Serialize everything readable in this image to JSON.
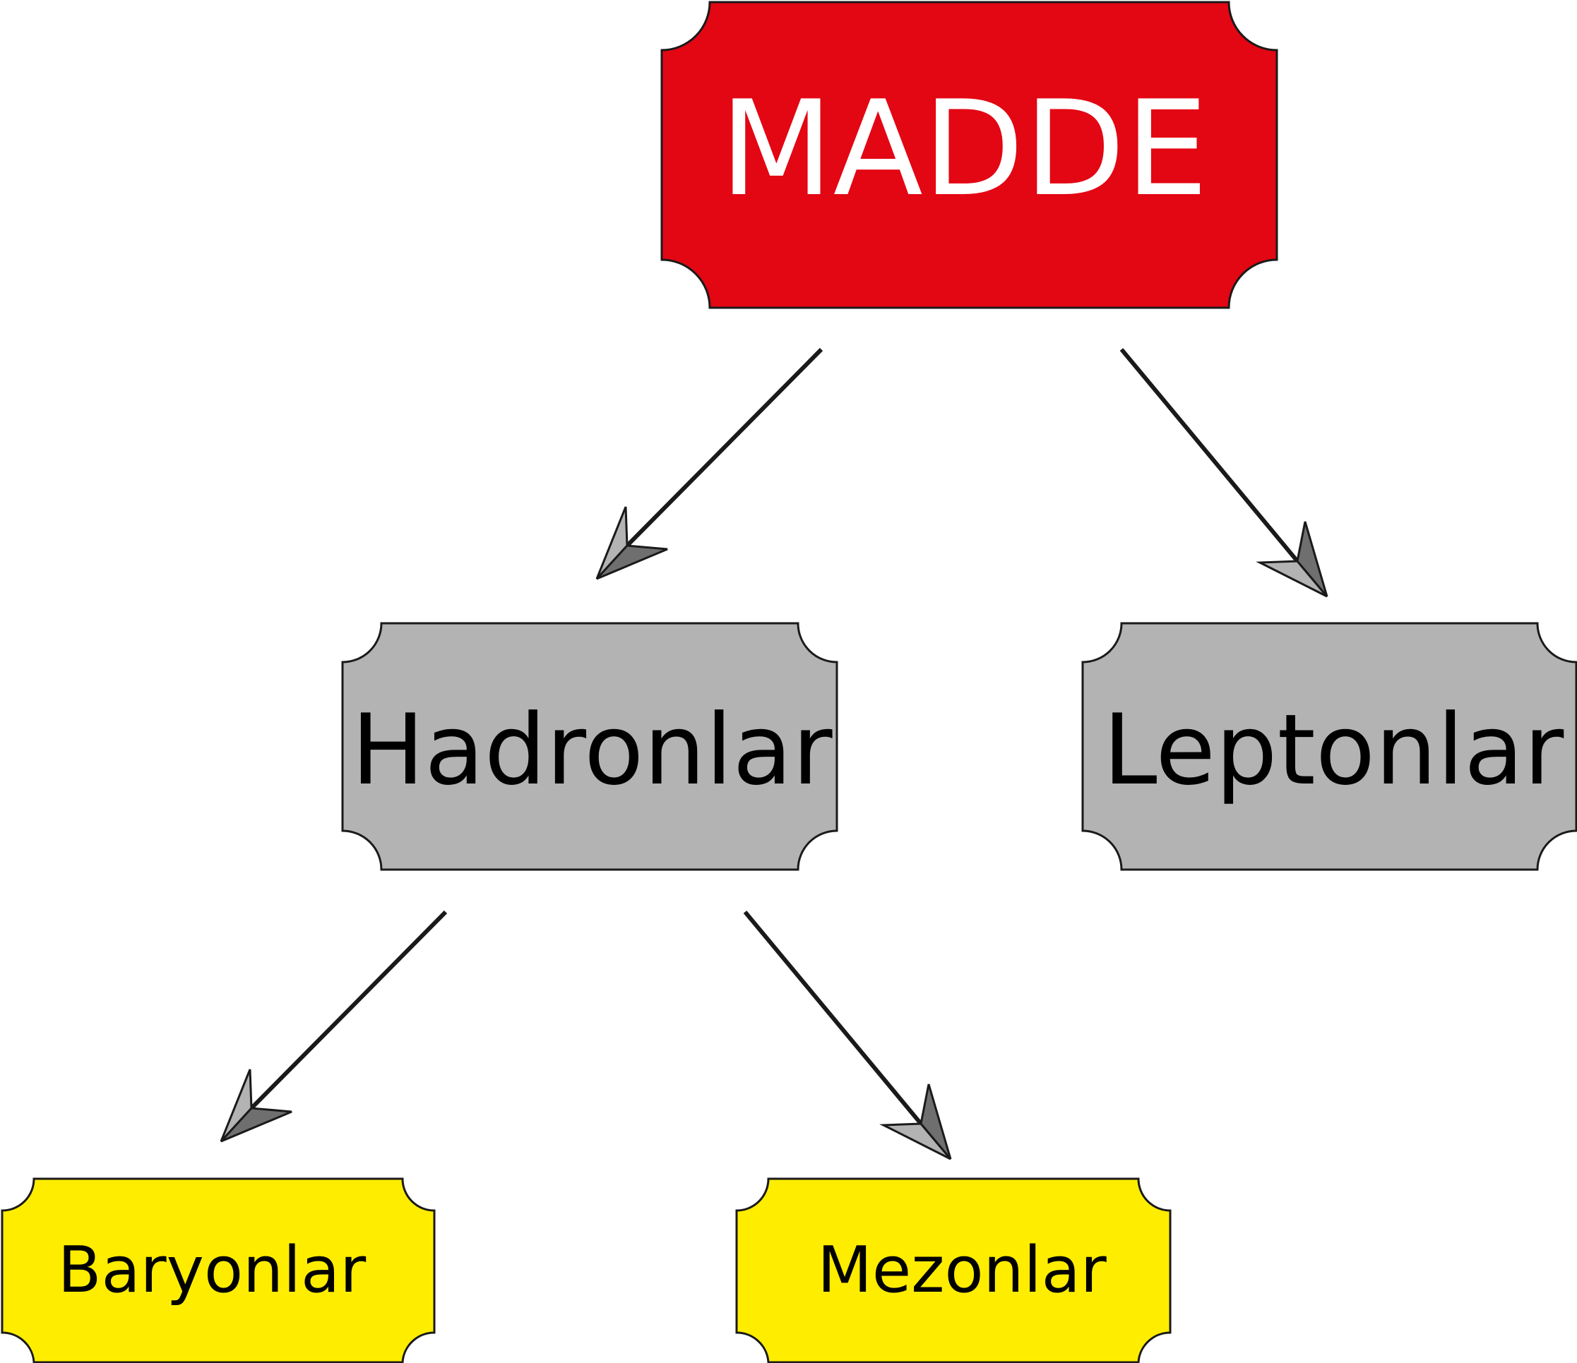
{
  "nodes": {
    "madde": {
      "label": "MADDE",
      "fill": "#e30613",
      "text_color": "#ffffff"
    },
    "hadronlar": {
      "label": "Hadronlar",
      "fill": "#b3b3b3",
      "text_color": "#000000"
    },
    "leptonlar": {
      "label": "Leptonlar",
      "fill": "#b3b3b3",
      "text_color": "#000000"
    },
    "baryonlar": {
      "label": "Baryonlar",
      "fill": "#ffed00",
      "text_color": "#000000"
    },
    "mezonlar": {
      "label": "Mezonlar",
      "fill": "#ffed00",
      "text_color": "#000000"
    }
  },
  "edges": [
    {
      "from": "madde",
      "to": "hadronlar"
    },
    {
      "from": "madde",
      "to": "leptonlar"
    },
    {
      "from": "hadronlar",
      "to": "baryonlar"
    },
    {
      "from": "hadronlar",
      "to": "mezonlar"
    }
  ],
  "colors": {
    "border": "#1a1a1a",
    "arrow_line": "#1a1a1a",
    "arrow_head_light": "#b3b3b3",
    "arrow_head_dark": "#6f6f6f"
  }
}
